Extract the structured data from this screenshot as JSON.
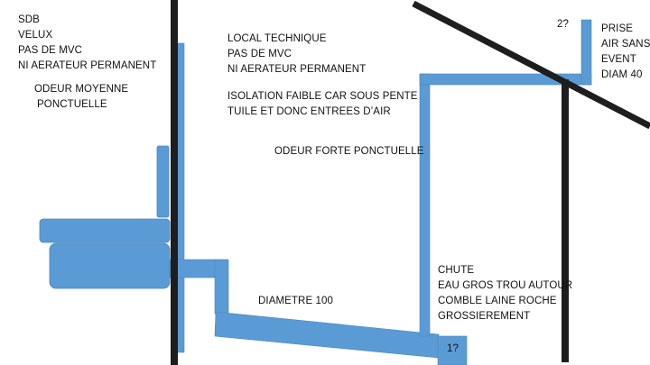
{
  "colors": {
    "pipe": "#5b9bd5",
    "pipe_border": "#4a86bf",
    "wall": "#1e1e1e",
    "text": "#111111",
    "background": "#ffffff"
  },
  "bathroom_note": {
    "lines": [
      "SDB",
      "VELUX",
      "PAS DE MVC",
      "NI AERATEUR PERMANENT"
    ]
  },
  "bathroom_odor": {
    "lines": [
      "ODEUR MOYENNE",
      "PONCTUELLE"
    ]
  },
  "technical_room_note": {
    "lines": [
      "LOCAL TECHNIQUE",
      "PAS DE MVC",
      "NI AERATEUR PERMANENT"
    ]
  },
  "insulation_note": {
    "lines": [
      "ISOLATION FAIBLE CAR SOUS PENTE",
      "TUILE ET DONC ENTREES D’AIR"
    ]
  },
  "technical_room_odor": {
    "text": "ODEUR FORTE PONCTUELLE"
  },
  "air_intake_note": {
    "lines": [
      "PRISE",
      "AIR SANS",
      "EVENT",
      "DIAM 40"
    ]
  },
  "marker_2": {
    "text": "2?"
  },
  "marker_1": {
    "text": "1?"
  },
  "diameter_note": {
    "text": "DIAMETRE 100"
  },
  "stack_note": {
    "lines": [
      "CHUTE",
      "EAU GROS TROU AUTOUR",
      "COMBLE LAINE ROCHE",
      "GROSSIEREMENT"
    ]
  }
}
